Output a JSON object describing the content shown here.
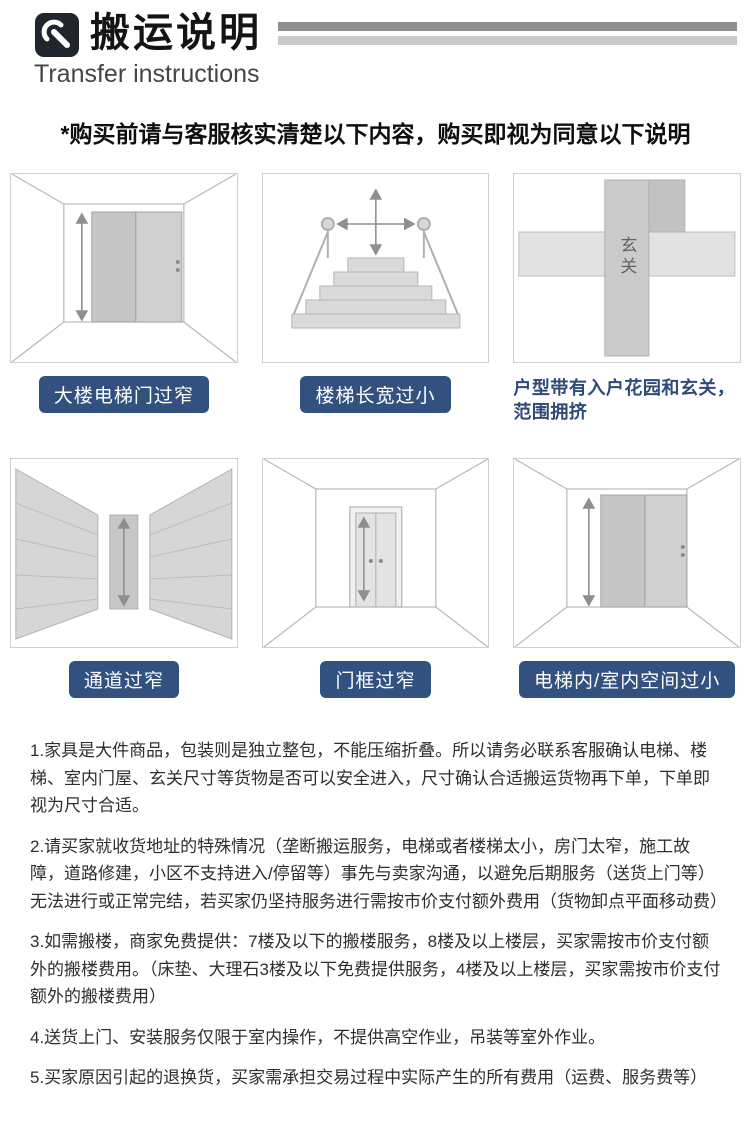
{
  "theme": {
    "accent_navy": "#32517e"
  },
  "header": {
    "title": "搬运说明",
    "subtitle": "Transfer instructions"
  },
  "notice": "*购买前请与客服核实清楚以下内容，购买即视为同意以下说明",
  "panels": [
    {
      "caption": "大楼电梯门过窄"
    },
    {
      "caption": "楼梯长宽过小"
    },
    {
      "caption_line1": "户型带有入户花园和玄关，",
      "caption_line2": "范围拥挤",
      "label": "玄关"
    },
    {
      "caption": "通道过窄"
    },
    {
      "caption": "门框过窄"
    },
    {
      "caption": "电梯内/室内空间过小"
    }
  ],
  "terms": [
    "1.家具是大件商品，包装则是独立整包，不能压缩折叠。所以请务必联系客服确认电梯、楼梯、室内门屋、玄关尺寸等货物是否可以安全进入，尺寸确认合适搬运货物再下单，下单即视为尺寸合适。",
    "2.请买家就收货地址的特殊情况（垄断搬运服务，电梯或者楼梯太小，房门太窄，施工故障，道路修建，小区不支持进入/停留等）事先与卖家沟通，以避免后期服务（送货上门等）无法进行或正常完结，若买家仍坚持服务进行需按市价支付额外费用（货物卸点平面移动费）",
    "3.如需搬楼，商家免费提供：7楼及以下的搬楼服务，8楼及以上楼层，买家需按市价支付额外的搬楼费用。（床垫、大理石3楼及以下免费提供服务，4楼及以上楼层，买家需按市价支付额外的搬楼费用）",
    "4.送货上门、安装服务仅限于室内操作，不提供高空作业，吊装等室外作业。",
    "5.买家原因引起的退换货，买家需承担交易过程中实际产生的所有费用（运费、服务费等）"
  ]
}
